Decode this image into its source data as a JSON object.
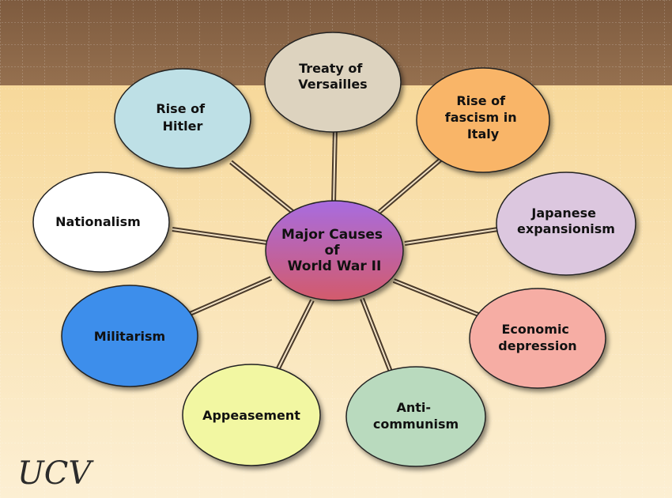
{
  "center": {
    "lines": [
      "Major Causes",
      "of",
      "World War II"
    ]
  },
  "nodes": [
    {
      "id": "treaty",
      "lines": [
        "Treaty of",
        "Versailles"
      ],
      "fill": "#DDD3BF"
    },
    {
      "id": "fascism",
      "lines": [
        "Rise of",
        "fascism in",
        "Italy"
      ],
      "fill": "#F9B567"
    },
    {
      "id": "japanese",
      "lines": [
        "Japanese",
        "expansionism"
      ],
      "fill": "#DCC7DF"
    },
    {
      "id": "economic",
      "lines": [
        "Economic",
        "depression"
      ],
      "fill": "#F6ADA4"
    },
    {
      "id": "anticommunism",
      "lines": [
        "Anti-",
        "communism"
      ],
      "fill": "#B9DABE"
    },
    {
      "id": "appeasement",
      "lines": [
        "Appeasement"
      ],
      "fill": "#F2F7A2"
    },
    {
      "id": "militarism",
      "lines": [
        "Militarism"
      ],
      "fill": "#3C8EEB"
    },
    {
      "id": "nationalism",
      "lines": [
        "Nationalism"
      ],
      "fill": "#FFFFFF"
    },
    {
      "id": "hitler",
      "lines": [
        "Rise of",
        "Hitler"
      ],
      "fill": "#BEE0E6"
    }
  ],
  "watermark": "UCV",
  "colors": {
    "top_band": "#8A6547",
    "background": "#F4D99D",
    "center_top": "#A86CE0",
    "center_bottom": "#D35A6B",
    "connector": "#4A3A2A"
  }
}
